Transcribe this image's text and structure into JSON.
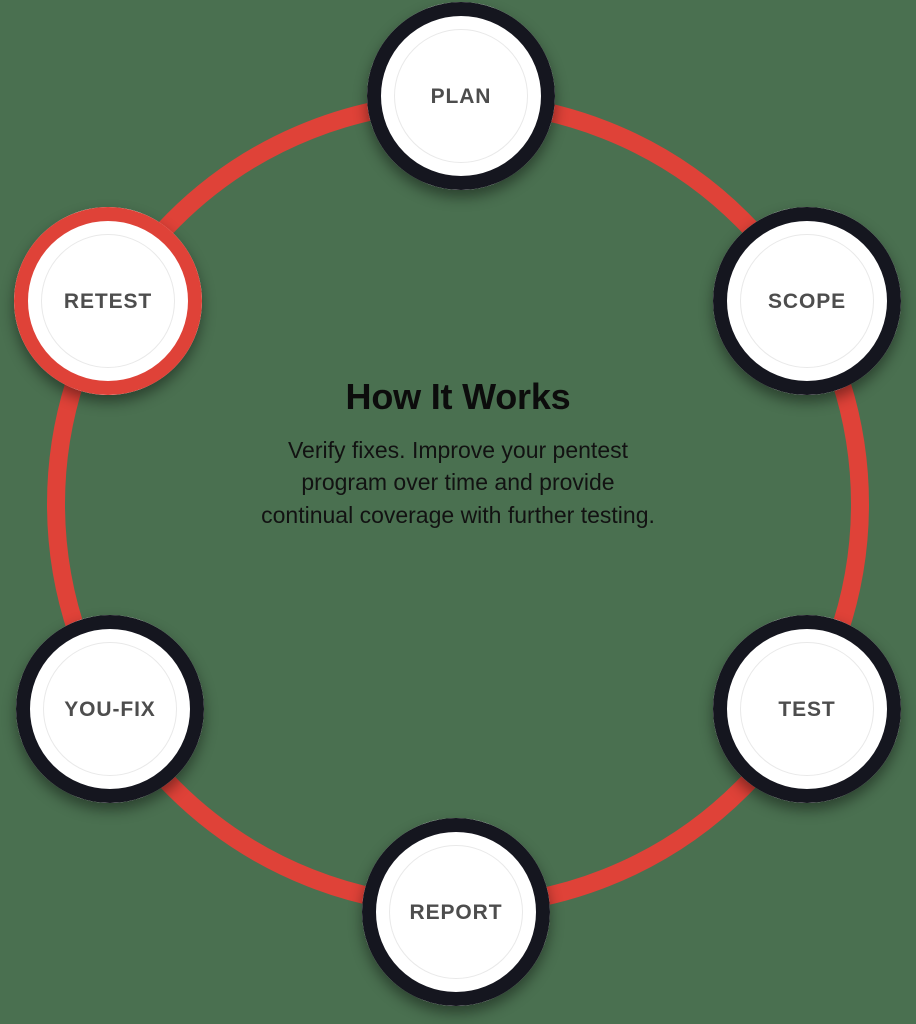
{
  "diagram": {
    "title": "How It Works",
    "subtitle_lines": [
      "Verify fixes. Improve your pentest",
      "program over time and provide",
      "continual coverage with further testing."
    ],
    "type": "cycle",
    "colors": {
      "background": "#4a7050",
      "ring_track": "#df4238",
      "node_ring": "#15161f",
      "node_ring_active": "#df4238",
      "node_fill": "#ffffff",
      "node_inner_outline": "#e9e9e9",
      "node_label": "#4d4d4d",
      "title": "#0c0c0c",
      "subtitle": "#121212"
    },
    "nodes": [
      {
        "id": "plan",
        "label": "PLAN",
        "order": 1,
        "active": false
      },
      {
        "id": "scope",
        "label": "SCOPE",
        "order": 2,
        "active": false
      },
      {
        "id": "test",
        "label": "TEST",
        "order": 3,
        "active": false
      },
      {
        "id": "report",
        "label": "REPORT",
        "order": 4,
        "active": false
      },
      {
        "id": "youfix",
        "label": "YOU-FIX",
        "order": 5,
        "active": false
      },
      {
        "id": "retest",
        "label": "RETEST",
        "order": 6,
        "active": true
      }
    ]
  }
}
